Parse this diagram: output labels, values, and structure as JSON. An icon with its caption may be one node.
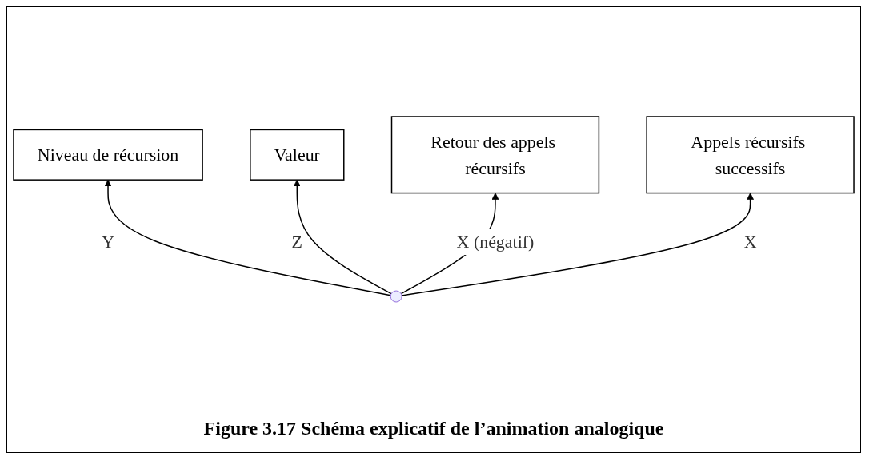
{
  "diagram": {
    "caption": "Figure 3.17 Schéma explicatif de l’animation analogique",
    "nodes": [
      {
        "text": [
          "Niveau de récursion"
        ]
      },
      {
        "text": [
          "Valeur"
        ]
      },
      {
        "text": [
          "Retour des appels récursifs"
        ]
      },
      {
        "text": [
          "Appels récursifs successifs"
        ]
      }
    ],
    "edges": [
      {
        "from": null,
        "to": 0,
        "arrow": "to",
        "label": "Y"
      },
      {
        "from": null,
        "to": 1,
        "arrow": "to",
        "label": "Z"
      },
      {
        "from": null,
        "to": 2,
        "arrow": "to",
        "label": "X (négatif)"
      },
      {
        "from": null,
        "to": 3,
        "arrow": "to",
        "label": "X"
      }
    ]
  }
}
